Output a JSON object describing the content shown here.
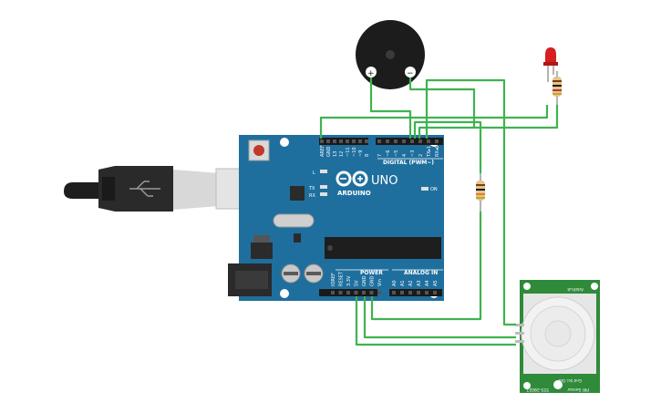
{
  "board": {
    "brand": "ARDUINO",
    "model": "UNO",
    "digital_header": "DIGITAL (PWM~)",
    "analog_header": "ANALOG IN",
    "power_header": "POWER",
    "on_label": "ON",
    "l_label": "L",
    "tx_label": "TX",
    "rx_label": "RX",
    "digital_pins": [
      "AREF",
      "GND",
      "13",
      "12",
      "~11",
      "~10",
      "~9",
      "8",
      "7",
      "~6",
      "~5",
      "4",
      "~3",
      "2",
      "TX▸1",
      "RX◂0"
    ],
    "power_pins": [
      "IOREF",
      "RESET",
      "3.3V",
      "5V",
      "GND",
      "GND",
      "Vin"
    ],
    "analog_pins": [
      "A0",
      "A1",
      "A2",
      "A3",
      "A4",
      "A5"
    ]
  },
  "buzzer": {
    "plus": "+",
    "minus": "−"
  },
  "pir": {
    "top_label": "Adafruit",
    "bottom_label": "PIR Sensor",
    "part_label": "555-28027",
    "pins_label": "Gnd Vcc Out"
  },
  "colors": {
    "wire": "#3fb34f",
    "board": "#1f6f9e",
    "pir_board": "#2f8a3a",
    "led": "#d61f1f"
  }
}
